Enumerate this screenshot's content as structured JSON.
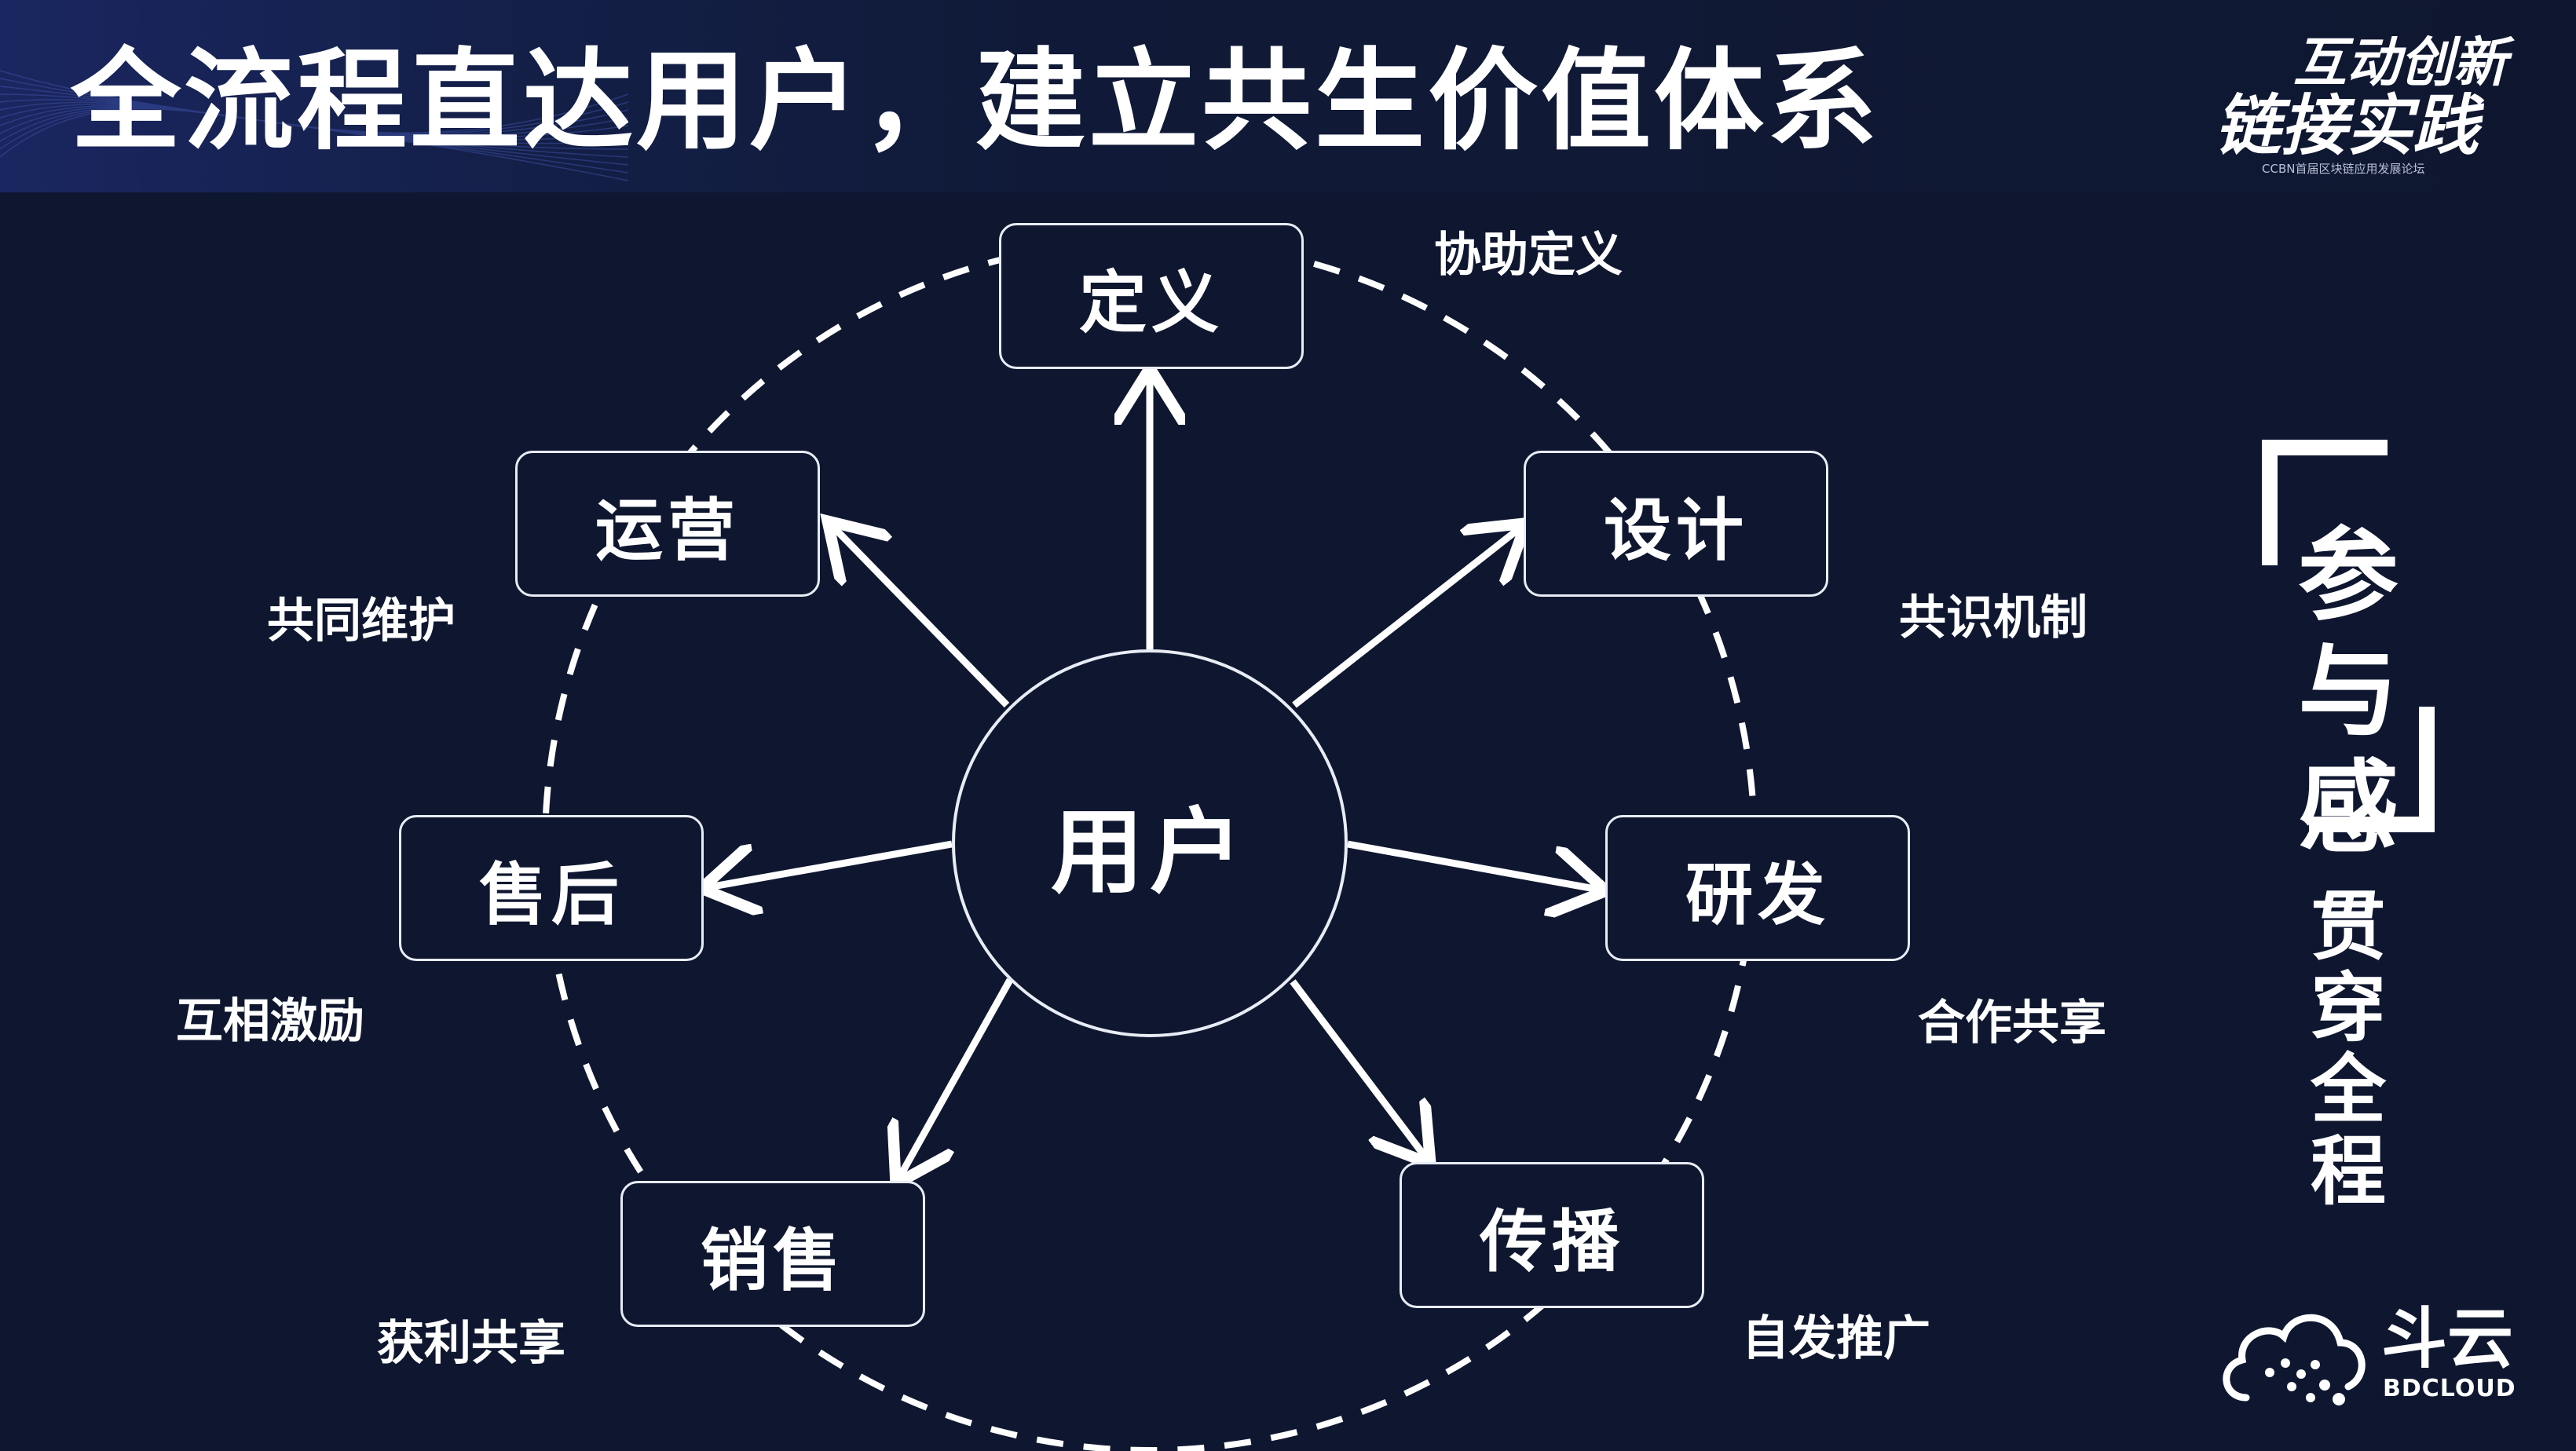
{
  "page": {
    "title": "全流程直达用户，建立共生价值体系",
    "accent": "#ffffff",
    "background": "#0f1730"
  },
  "diagram": {
    "center": "用户",
    "nodes": [
      {
        "id": "define",
        "label": "定义"
      },
      {
        "id": "design",
        "label": "设计"
      },
      {
        "id": "develop",
        "label": "研发"
      },
      {
        "id": "spread",
        "label": "传播"
      },
      {
        "id": "sales",
        "label": "销售"
      },
      {
        "id": "aftersales",
        "label": "售后"
      },
      {
        "id": "operation",
        "label": "运营"
      }
    ],
    "edge_labels": [
      {
        "id": "assist-define",
        "label": "协助定义"
      },
      {
        "id": "consensus",
        "label": "共识机制"
      },
      {
        "id": "cooperate-share",
        "label": "合作共享"
      },
      {
        "id": "self-promote",
        "label": "自发推广"
      },
      {
        "id": "profit-share",
        "label": "获利共享"
      },
      {
        "id": "mutual-incentive",
        "label": "互相激励"
      },
      {
        "id": "co-maintain",
        "label": "共同维护"
      }
    ]
  },
  "side_panel": {
    "headline": "参与感",
    "subline": "贯穿全程"
  },
  "event_logo": {
    "line1": "互动创新",
    "line2": "链接实践",
    "subtitle": "CCBN首届区块链应用发展论坛"
  },
  "brand": {
    "name": "斗云",
    "english": "BDCLOUD",
    "icon": "cloud-dots-icon"
  }
}
